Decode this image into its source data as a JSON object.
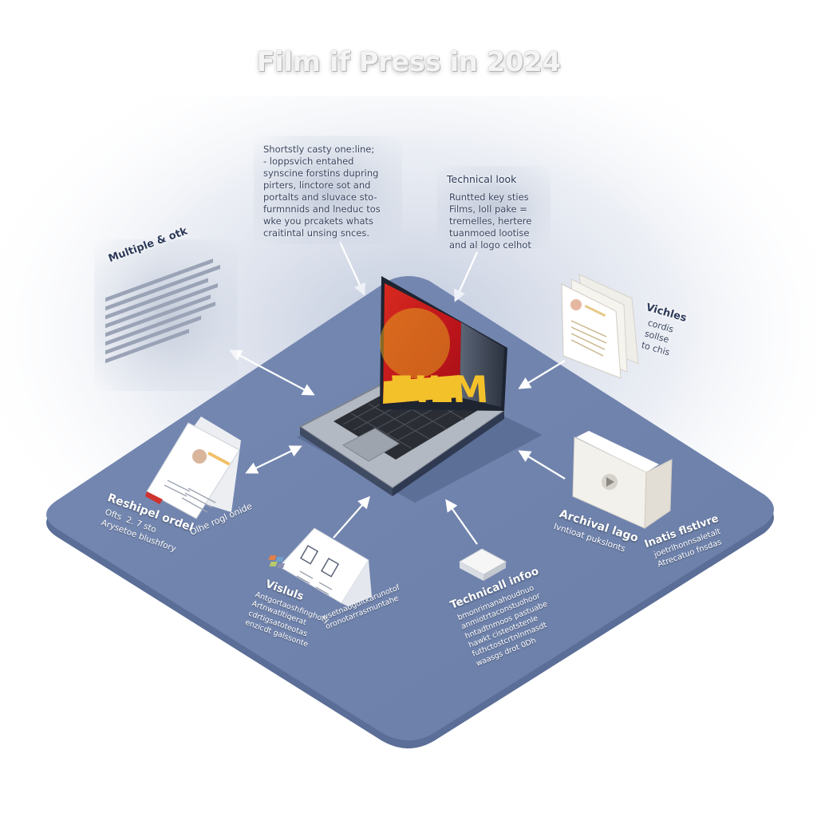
{
  "title": "Film if Press in 2024",
  "laptop": {
    "screen_text": "FILM"
  },
  "callouts": {
    "top_left": {
      "text": "Shortstly casty one:line;\n- loppsvich entahed\nsynscine forstins dupring\npirters, linctore sot and\nportalts and sluvace sto-\nfurmnnids and lneduc tos\nwke you prcakets whats\ncraitintal unsing snces."
    },
    "technical_look": {
      "heading": "Technical look",
      "text": "Runtted key sties\nFilms, loll pake =\ntremelles, hertere\ntuanmoed lootise\nand al logo celhot"
    },
    "multiple": {
      "heading": "Multiple & otk"
    },
    "right_top": {
      "heading": "Vichles",
      "text": "cordis\nsollse\nto chis"
    }
  },
  "nodes": {
    "press_kit": {
      "label": "Reshipel ordel",
      "text": "Ofts  2. 7 sto\nArysetoe blushfory",
      "side_text": "Olhe rogl onide"
    },
    "visuals": {
      "label": "Visluls",
      "text": "Antgortaoshfinghoty\nArtnwatltiqerat\ncdrtigsatoteotas\nenzicdt galssonte",
      "side_text": "wsetnaogdltkarunotof\noronotarrasmuntahe"
    },
    "technical_info": {
      "label": "Technicall infoo",
      "text": "bmonrimanahoudnuo\nanmiotrtaconstuohoor\nhntadtnmoos pastuabe\nhawkt cisteotstenle\nfuthctostcrtnlnmasdt\nwaasgs drot 0Dh"
    },
    "archival": {
      "label": "Archival lago",
      "text": "Ivntioat pukslonts"
    },
    "festival": {
      "label": "Inatis flstlvre",
      "text": "joetrlhonnsaletalt\nAtrecatuo fnsdas"
    }
  },
  "colors": {
    "platform": "#6f84ae",
    "platform_edge": "#5f739c",
    "laptop_body": "#9aa1ab",
    "film_red": "#cc1e20",
    "film_yellow": "#f3c12a",
    "arrow": "#ffffff"
  }
}
